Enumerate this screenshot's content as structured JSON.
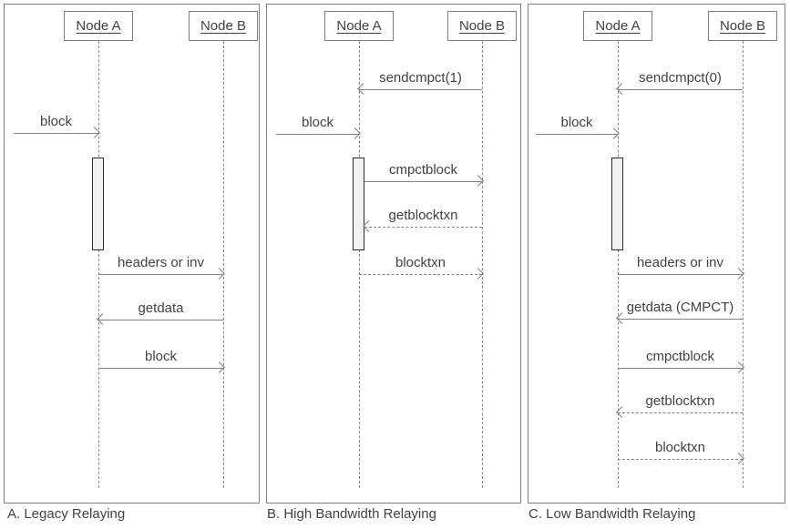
{
  "colors": {
    "line_gray": "#828282",
    "border_gray": "#7f7f7f",
    "text_gray": "#424242",
    "activation_fill": "#f2f2f2",
    "activation_border": "#2b2b2b",
    "background": "#ffffff"
  },
  "panels": [
    {
      "caption": "A. Legacy Relaying",
      "node_a": "Node A",
      "node_b": "Node B",
      "messages": [
        {
          "label": "block",
          "from": "external",
          "to": "node_a",
          "line": "solid",
          "direction": "right"
        },
        {
          "label": "headers or inv",
          "from": "node_a",
          "to": "node_b",
          "line": "solid",
          "direction": "right"
        },
        {
          "label": "getdata",
          "from": "node_b",
          "to": "node_a",
          "line": "solid",
          "direction": "left"
        },
        {
          "label": "block",
          "from": "node_a",
          "to": "node_b",
          "line": "solid",
          "direction": "right"
        }
      ]
    },
    {
      "caption": "B. High Bandwidth Relaying",
      "node_a": "Node A",
      "node_b": "Node B",
      "messages": [
        {
          "label": "sendcmpct(1)",
          "from": "node_b",
          "to": "node_a",
          "line": "solid",
          "direction": "left"
        },
        {
          "label": "block",
          "from": "external",
          "to": "node_a",
          "line": "solid",
          "direction": "right"
        },
        {
          "label": "cmpctblock",
          "from": "node_a",
          "to": "node_b",
          "line": "solid",
          "direction": "right"
        },
        {
          "label": "getblocktxn",
          "from": "node_b",
          "to": "node_a",
          "line": "dashed",
          "direction": "left"
        },
        {
          "label": "blocktxn",
          "from": "node_a",
          "to": "node_b",
          "line": "dashed",
          "direction": "right"
        }
      ]
    },
    {
      "caption": "C. Low Bandwidth Relaying",
      "node_a": "Node A",
      "node_b": "Node B",
      "messages": [
        {
          "label": "sendcmpct(0)",
          "from": "node_b",
          "to": "node_a",
          "line": "solid",
          "direction": "left"
        },
        {
          "label": "block",
          "from": "external",
          "to": "node_a",
          "line": "solid",
          "direction": "right"
        },
        {
          "label": "headers or inv",
          "from": "node_a",
          "to": "node_b",
          "line": "solid",
          "direction": "right"
        },
        {
          "label": "getdata (CMPCT)",
          "from": "node_b",
          "to": "node_a",
          "line": "solid",
          "direction": "left"
        },
        {
          "label": "cmpctblock",
          "from": "node_a",
          "to": "node_b",
          "line": "solid",
          "direction": "right"
        },
        {
          "label": "getblocktxn",
          "from": "node_b",
          "to": "node_a",
          "line": "dashed",
          "direction": "left"
        },
        {
          "label": "blocktxn",
          "from": "node_a",
          "to": "node_b",
          "line": "dashed",
          "direction": "right"
        }
      ]
    }
  ]
}
